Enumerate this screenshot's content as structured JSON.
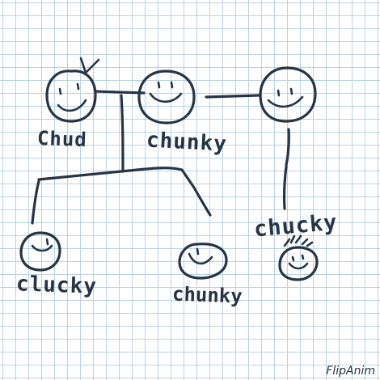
{
  "labels": {
    "chud": "Chud",
    "chunky_top": "chunky",
    "chucky_right": "chucky",
    "clucky": "clucky",
    "chunky_bottom": "chunky"
  },
  "watermark": "FlipAnim",
  "colors": {
    "ink": "#253447",
    "grid": "#b9d3e6",
    "paper": "#ffffff"
  }
}
